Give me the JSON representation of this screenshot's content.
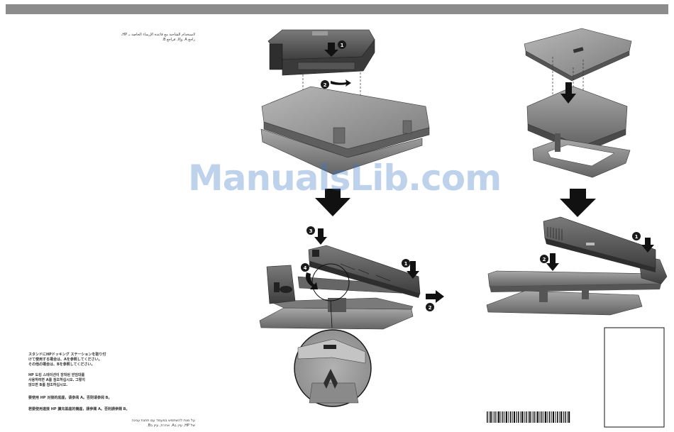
{
  "watermark": "ManualsLib.com",
  "text_blocks": {
    "arabic_line1": "لاستخدام الشاحنة مع قاعدة الإرساء الخاصة بـ HP،",
    "arabic_line2": "راجع A. وإلا، فراجع B.",
    "japanese_line1": "スタンドにHPドッキング ステーションを取り付",
    "japanese_line2": "けて使用する場合は、Aを参照してください。",
    "japanese_line3": "その他の場合は、Bを参照してください。",
    "korean_line1": "HP 도킹 스테이션이 장착된 받침대를",
    "korean_line2": "사용하려면 A를 참조하십시오. 그렇지",
    "korean_line3": "않으면 B를 참조하십시오.",
    "chinese_simplified": "要使用 HP 对接的底座，请参阅 A。否则请参阅 B。",
    "chinese_traditional": "若要使用連接 HP 擴充基座的機座，請參閱 A。否則請參閱 B。",
    "hebrew_line1": "על מנת להשתמש במעמד עם תחנת עגינה",
    "hebrew_line2": "של HP, עיין בA. אחרת, עיין בB."
  },
  "step_markers": {
    "top_left_1": "1",
    "top_left_2": "2",
    "mid_left_3": "3",
    "mid_left_4": "4",
    "mid_left_1": "1",
    "mid_left_2": "2",
    "right_1": "1",
    "right_2": "2"
  },
  "colors": {
    "bar": "#8c8c8c",
    "device_dark": "#4a4a4a",
    "device_mid": "#6e6e6e",
    "device_light": "#9a9a9a",
    "arrow": "#111111",
    "watermark": "#3c78c8"
  }
}
